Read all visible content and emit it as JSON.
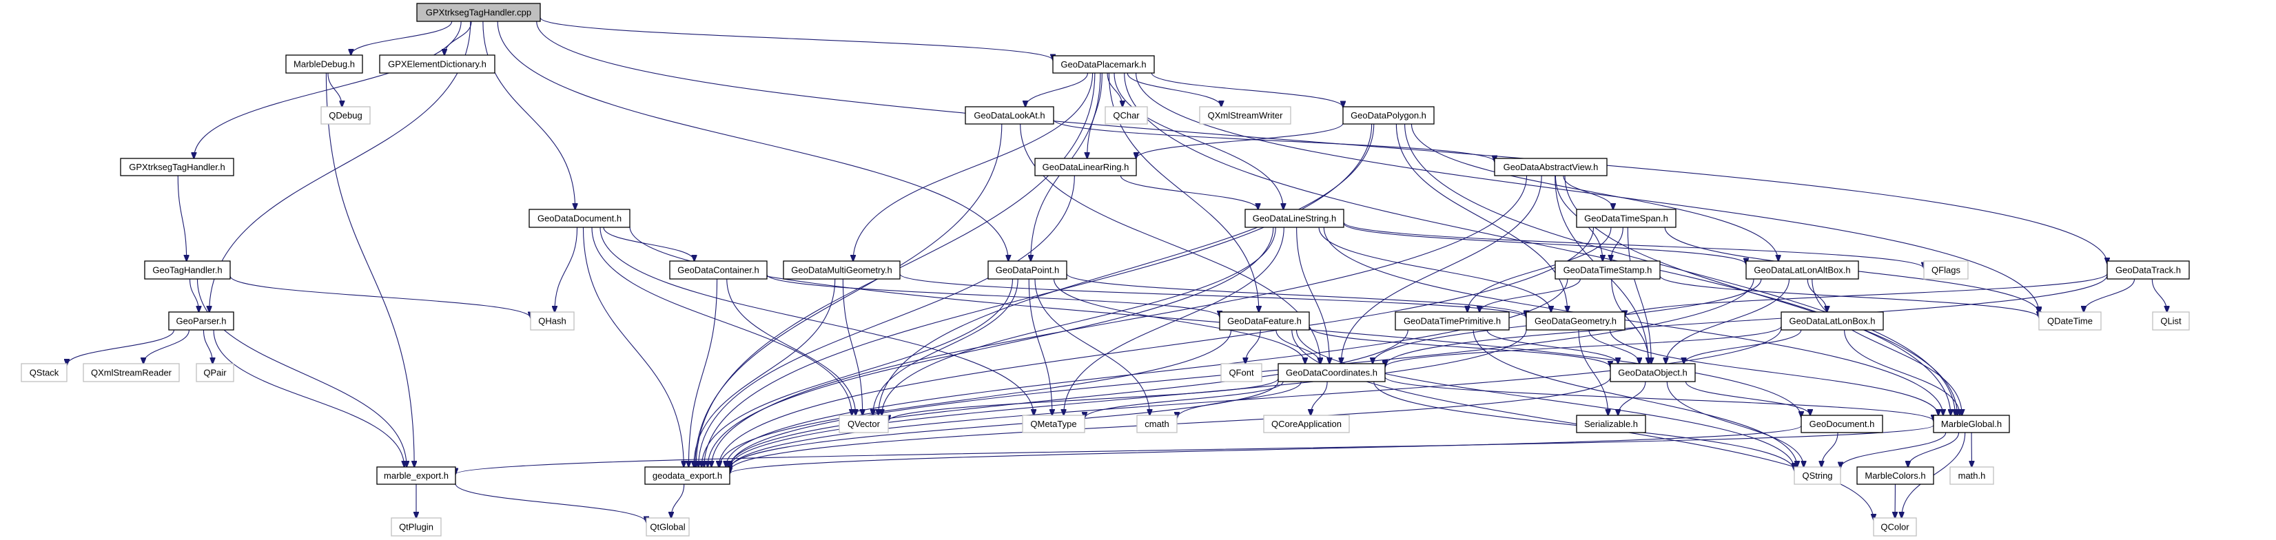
{
  "title": "GPXtrksegTagHandler.cpp include dependency graph",
  "colors": {
    "edge": "#191970",
    "root_fill": "#bfbfbf",
    "documented_border": "#000000",
    "external_border": "#bfbfbf",
    "node_fill": "#ffffff"
  },
  "nodes": [
    {
      "id": "root",
      "label": "GPXtrksegTagHandler.cpp",
      "kind": "root"
    },
    {
      "id": "MarbleDebug",
      "label": "MarbleDebug.h",
      "kind": "doc"
    },
    {
      "id": "GPXElementDictionary",
      "label": "GPXElementDictionary.h",
      "kind": "doc"
    },
    {
      "id": "QDebug",
      "label": "QDebug",
      "kind": "ext"
    },
    {
      "id": "GPXtrksegTagHandlerH",
      "label": "GPXtrksegTagHandler.h",
      "kind": "doc"
    },
    {
      "id": "GeoTagHandler",
      "label": "GeoTagHandler.h",
      "kind": "doc"
    },
    {
      "id": "GeoParser",
      "label": "GeoParser.h",
      "kind": "doc"
    },
    {
      "id": "QStack",
      "label": "QStack",
      "kind": "ext"
    },
    {
      "id": "QXmlStreamReader",
      "label": "QXmlStreamReader",
      "kind": "ext"
    },
    {
      "id": "QPair",
      "label": "QPair",
      "kind": "ext"
    },
    {
      "id": "marble_export",
      "label": "marble_export.h",
      "kind": "doc"
    },
    {
      "id": "QtPlugin",
      "label": "QtPlugin",
      "kind": "ext"
    },
    {
      "id": "GeoDataPlacemark",
      "label": "GeoDataPlacemark.h",
      "kind": "doc"
    },
    {
      "id": "GeoDataLookAt",
      "label": "GeoDataLookAt.h",
      "kind": "doc"
    },
    {
      "id": "QChar",
      "label": "QChar",
      "kind": "ext"
    },
    {
      "id": "QXmlStreamWriter",
      "label": "QXmlStreamWriter",
      "kind": "ext"
    },
    {
      "id": "GeoDataPolygon",
      "label": "GeoDataPolygon.h",
      "kind": "doc"
    },
    {
      "id": "GeoDataLinearRing",
      "label": "GeoDataLinearRing.h",
      "kind": "doc"
    },
    {
      "id": "GeoDataAbstractView",
      "label": "GeoDataAbstractView.h",
      "kind": "doc"
    },
    {
      "id": "GeoDataDocument",
      "label": "GeoDataDocument.h",
      "kind": "doc"
    },
    {
      "id": "GeoDataLineString",
      "label": "GeoDataLineString.h",
      "kind": "doc"
    },
    {
      "id": "GeoDataTimeSpan",
      "label": "GeoDataTimeSpan.h",
      "kind": "doc"
    },
    {
      "id": "GeoDataContainer",
      "label": "GeoDataContainer.h",
      "kind": "doc"
    },
    {
      "id": "GeoDataMultiGeometry",
      "label": "GeoDataMultiGeometry.h",
      "kind": "doc"
    },
    {
      "id": "GeoDataPoint",
      "label": "GeoDataPoint.h",
      "kind": "doc"
    },
    {
      "id": "GeoDataTimeStamp",
      "label": "GeoDataTimeStamp.h",
      "kind": "doc"
    },
    {
      "id": "GeoDataLatLonAltBox",
      "label": "GeoDataLatLonAltBox.h",
      "kind": "doc"
    },
    {
      "id": "QFlags",
      "label": "QFlags",
      "kind": "ext"
    },
    {
      "id": "GeoDataTrack",
      "label": "GeoDataTrack.h",
      "kind": "doc"
    },
    {
      "id": "QHash",
      "label": "QHash",
      "kind": "ext"
    },
    {
      "id": "GeoDataFeature",
      "label": "GeoDataFeature.h",
      "kind": "doc"
    },
    {
      "id": "GeoDataTimePrimitive",
      "label": "GeoDataTimePrimitive.h",
      "kind": "doc"
    },
    {
      "id": "GeoDataGeometry",
      "label": "GeoDataGeometry.h",
      "kind": "doc"
    },
    {
      "id": "GeoDataLatLonBox",
      "label": "GeoDataLatLonBox.h",
      "kind": "doc"
    },
    {
      "id": "QDateTime",
      "label": "QDateTime",
      "kind": "ext"
    },
    {
      "id": "QList",
      "label": "QList",
      "kind": "ext"
    },
    {
      "id": "QFont",
      "label": "QFont",
      "kind": "ext"
    },
    {
      "id": "GeoDataCoordinates",
      "label": "GeoDataCoordinates.h",
      "kind": "doc"
    },
    {
      "id": "GeoDataObject",
      "label": "GeoDataObject.h",
      "kind": "doc"
    },
    {
      "id": "QVector",
      "label": "QVector",
      "kind": "ext"
    },
    {
      "id": "QMetaType",
      "label": "QMetaType",
      "kind": "ext"
    },
    {
      "id": "cmath",
      "label": "cmath",
      "kind": "ext"
    },
    {
      "id": "QCoreApplication",
      "label": "QCoreApplication",
      "kind": "ext"
    },
    {
      "id": "Serializable",
      "label": "Serializable.h",
      "kind": "doc"
    },
    {
      "id": "GeoDocument",
      "label": "GeoDocument.h",
      "kind": "doc"
    },
    {
      "id": "MarbleGlobal",
      "label": "MarbleGlobal.h",
      "kind": "doc"
    },
    {
      "id": "geodata_export",
      "label": "geodata_export.h",
      "kind": "doc"
    },
    {
      "id": "QtGlobal",
      "label": "QtGlobal",
      "kind": "ext"
    },
    {
      "id": "QString",
      "label": "QString",
      "kind": "ext"
    },
    {
      "id": "MarbleColors",
      "label": "MarbleColors.h",
      "kind": "doc"
    },
    {
      "id": "mathh",
      "label": "math.h",
      "kind": "ext"
    },
    {
      "id": "QColor",
      "label": "QColor",
      "kind": "ext"
    }
  ],
  "edges": [
    [
      "root",
      "MarbleDebug"
    ],
    [
      "root",
      "GPXElementDictionary"
    ],
    [
      "root",
      "GPXtrksegTagHandlerH"
    ],
    [
      "root",
      "GeoParser"
    ],
    [
      "root",
      "GeoDataDocument"
    ],
    [
      "root",
      "GeoDataPoint"
    ],
    [
      "root",
      "GeoDataPlacemark"
    ],
    [
      "root",
      "GeoDataTrack"
    ],
    [
      "MarbleDebug",
      "QDebug"
    ],
    [
      "MarbleDebug",
      "marble_export"
    ],
    [
      "GPXtrksegTagHandlerH",
      "GeoTagHandler"
    ],
    [
      "GeoTagHandler",
      "GeoParser"
    ],
    [
      "GeoTagHandler",
      "QHash"
    ],
    [
      "GeoTagHandler",
      "marble_export"
    ],
    [
      "GeoParser",
      "QStack"
    ],
    [
      "GeoParser",
      "QXmlStreamReader"
    ],
    [
      "GeoParser",
      "QPair"
    ],
    [
      "GeoParser",
      "marble_export"
    ],
    [
      "marble_export",
      "QtPlugin"
    ],
    [
      "marble_export",
      "QtGlobal"
    ],
    [
      "GeoDataPlacemark",
      "GeoDataLookAt"
    ],
    [
      "GeoDataPlacemark",
      "QChar"
    ],
    [
      "GeoDataPlacemark",
      "QXmlStreamWriter"
    ],
    [
      "GeoDataPlacemark",
      "GeoDataPolygon"
    ],
    [
      "GeoDataPlacemark",
      "GeoDataLinearRing"
    ],
    [
      "GeoDataPlacemark",
      "GeoDataLineString"
    ],
    [
      "GeoDataPlacemark",
      "GeoDataMultiGeometry"
    ],
    [
      "GeoDataPlacemark",
      "GeoDataPoint"
    ],
    [
      "GeoDataPlacemark",
      "GeoDataFeature"
    ],
    [
      "GeoDataPlacemark",
      "QDateTime"
    ],
    [
      "GeoDataPlacemark",
      "MarbleGlobal"
    ],
    [
      "GeoDataPlacemark",
      "geodata_export"
    ],
    [
      "GeoDataLookAt",
      "GeoDataAbstractView"
    ],
    [
      "GeoDataLookAt",
      "GeoDataCoordinates"
    ],
    [
      "GeoDataLookAt",
      "geodata_export"
    ],
    [
      "GeoDataPolygon",
      "GeoDataLinearRing"
    ],
    [
      "GeoDataPolygon",
      "GeoDataLatLonAltBox"
    ],
    [
      "GeoDataPolygon",
      "QVector"
    ],
    [
      "GeoDataPolygon",
      "MarbleGlobal"
    ],
    [
      "GeoDataPolygon",
      "GeoDataGeometry"
    ],
    [
      "GeoDataPolygon",
      "geodata_export"
    ],
    [
      "GeoDataLinearRing",
      "GeoDataLineString"
    ],
    [
      "GeoDataLinearRing",
      "geodata_export"
    ],
    [
      "GeoDataAbstractView",
      "GeoDataTimeSpan"
    ],
    [
      "GeoDataAbstractView",
      "GeoDataTimeStamp"
    ],
    [
      "GeoDataAbstractView",
      "GeoDataObject"
    ],
    [
      "GeoDataAbstractView",
      "GeoDataCoordinates"
    ],
    [
      "GeoDataAbstractView",
      "MarbleGlobal"
    ],
    [
      "GeoDataAbstractView",
      "geodata_export"
    ],
    [
      "GeoDataDocument",
      "GeoDataContainer"
    ],
    [
      "GeoDataDocument",
      "QHash"
    ],
    [
      "GeoDataDocument",
      "QVector"
    ],
    [
      "GeoDataDocument",
      "QMetaType"
    ],
    [
      "GeoDataDocument",
      "GeoDocument"
    ],
    [
      "GeoDataDocument",
      "geodata_export"
    ],
    [
      "GeoDataLineString",
      "GeoDataCoordinates"
    ],
    [
      "GeoDataLineString",
      "GeoDataGeometry"
    ],
    [
      "GeoDataLineString",
      "QVector"
    ],
    [
      "GeoDataLineString",
      "QMetaType"
    ],
    [
      "GeoDataLineString",
      "GeoDataLatLonAltBox"
    ],
    [
      "GeoDataLineString",
      "QFlags"
    ],
    [
      "GeoDataLineString",
      "MarbleGlobal"
    ],
    [
      "GeoDataLineString",
      "geodata_export"
    ],
    [
      "GeoDataTimeSpan",
      "GeoDataTimeStamp"
    ],
    [
      "GeoDataTimeSpan",
      "GeoDataTimePrimitive"
    ],
    [
      "GeoDataTimeSpan",
      "GeoDataObject"
    ],
    [
      "GeoDataTimeSpan",
      "QDateTime"
    ],
    [
      "GeoDataTimeSpan",
      "geodata_export"
    ],
    [
      "GeoDataContainer",
      "GeoDataFeature"
    ],
    [
      "GeoDataContainer",
      "QVector"
    ],
    [
      "GeoDataContainer",
      "geodata_export"
    ],
    [
      "GeoDataMultiGeometry",
      "GeoDataGeometry"
    ],
    [
      "GeoDataMultiGeometry",
      "QVector"
    ],
    [
      "GeoDataMultiGeometry",
      "geodata_export"
    ],
    [
      "GeoDataPoint",
      "GeoDataCoordinates"
    ],
    [
      "GeoDataPoint",
      "GeoDataGeometry"
    ],
    [
      "GeoDataPoint",
      "QVector"
    ],
    [
      "GeoDataPoint",
      "QMetaType"
    ],
    [
      "GeoDataPoint",
      "cmath"
    ],
    [
      "GeoDataPoint",
      "geodata_export"
    ],
    [
      "GeoDataTimeStamp",
      "GeoDataTimePrimitive"
    ],
    [
      "GeoDataTimeStamp",
      "GeoDataObject"
    ],
    [
      "GeoDataTimeStamp",
      "QDateTime"
    ],
    [
      "GeoDataTimeStamp",
      "geodata_export"
    ],
    [
      "GeoDataLatLonAltBox",
      "GeoDataLatLonBox"
    ],
    [
      "GeoDataLatLonAltBox",
      "GeoDataCoordinates"
    ],
    [
      "GeoDataLatLonAltBox",
      "GeoDataObject"
    ],
    [
      "GeoDataLatLonAltBox",
      "MarbleGlobal"
    ],
    [
      "GeoDataLatLonAltBox",
      "geodata_export"
    ],
    [
      "GeoDataTrack",
      "GeoDataGeometry"
    ],
    [
      "GeoDataTrack",
      "QDateTime"
    ],
    [
      "GeoDataTrack",
      "QList"
    ],
    [
      "GeoDataTrack",
      "GeoDataCoordinates"
    ],
    [
      "GeoDataFeature",
      "QFont"
    ],
    [
      "GeoDataFeature",
      "GeoDataCoordinates"
    ],
    [
      "GeoDataFeature",
      "GeoDataObject"
    ],
    [
      "GeoDataFeature",
      "QString"
    ],
    [
      "GeoDataFeature",
      "QColor"
    ],
    [
      "GeoDataFeature",
      "geodata_export"
    ],
    [
      "GeoDataTimePrimitive",
      "GeoDataObject"
    ],
    [
      "GeoDataTimePrimitive",
      "QString"
    ],
    [
      "GeoDataTimePrimitive",
      "geodata_export"
    ],
    [
      "GeoDataGeometry",
      "GeoDataObject"
    ],
    [
      "GeoDataGeometry",
      "Serializable"
    ],
    [
      "GeoDataGeometry",
      "MarbleGlobal"
    ],
    [
      "GeoDataGeometry",
      "geodata_export"
    ],
    [
      "GeoDataLatLonBox",
      "GeoDataObject"
    ],
    [
      "GeoDataLatLonBox",
      "GeoDataCoordinates"
    ],
    [
      "GeoDataLatLonBox",
      "MarbleGlobal"
    ],
    [
      "GeoDataLatLonBox",
      "geodata_export"
    ],
    [
      "GeoDataCoordinates",
      "QVector"
    ],
    [
      "GeoDataCoordinates",
      "QMetaType"
    ],
    [
      "GeoDataCoordinates",
      "cmath"
    ],
    [
      "GeoDataCoordinates",
      "QCoreApplication"
    ],
    [
      "GeoDataCoordinates",
      "MarbleGlobal"
    ],
    [
      "GeoDataCoordinates",
      "QString"
    ],
    [
      "GeoDataCoordinates",
      "geodata_export"
    ],
    [
      "GeoDataObject",
      "Serializable"
    ],
    [
      "GeoDataObject",
      "GeoDocument"
    ],
    [
      "GeoDataObject",
      "QString"
    ],
    [
      "GeoDataObject",
      "geodata_export"
    ],
    [
      "GeoDocument",
      "QString"
    ],
    [
      "GeoDocument",
      "geodata_export"
    ],
    [
      "MarbleGlobal",
      "QString"
    ],
    [
      "MarbleGlobal",
      "MarbleColors"
    ],
    [
      "MarbleGlobal",
      "mathh"
    ],
    [
      "MarbleGlobal",
      "QColor"
    ],
    [
      "MarbleGlobal",
      "marble_export"
    ],
    [
      "MarbleColors",
      "QColor"
    ],
    [
      "geodata_export",
      "QtGlobal"
    ]
  ]
}
